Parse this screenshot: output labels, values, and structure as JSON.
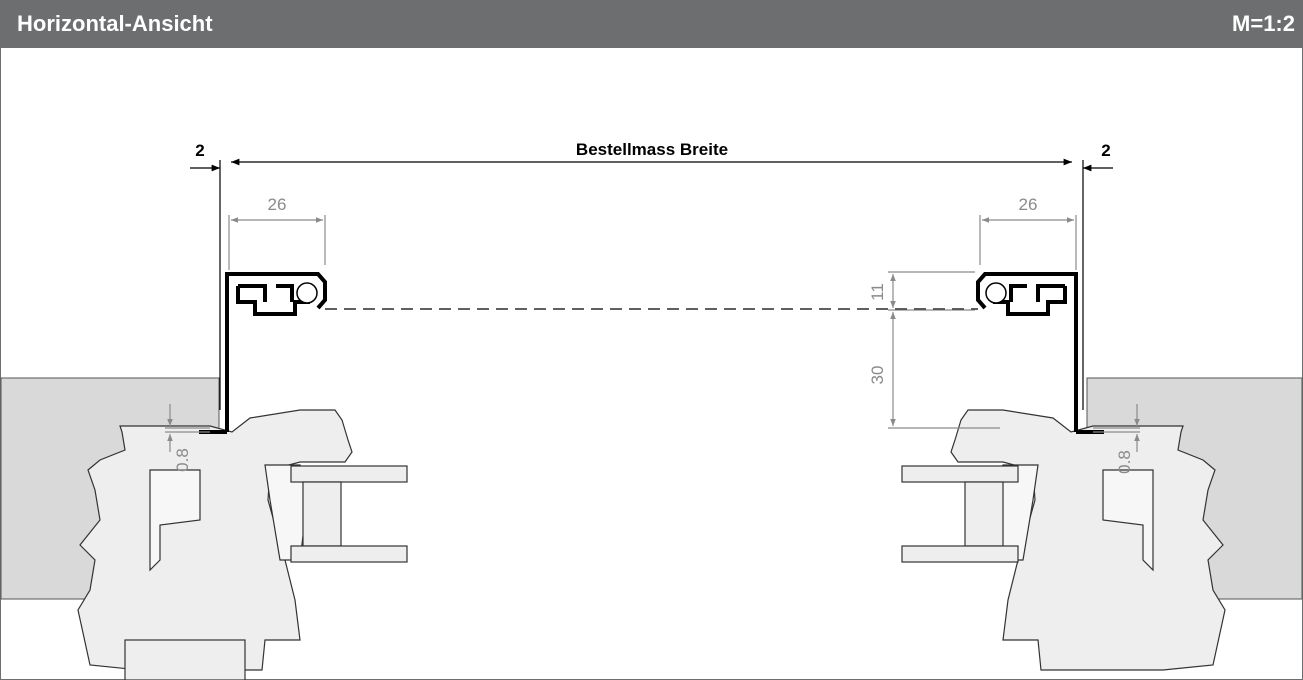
{
  "header": {
    "title": "Horizontal-Ansicht",
    "scale": "M=1:2",
    "bg_color": "#6d6e70"
  },
  "drawing": {
    "order_width_label": "Bestellmass Breite",
    "left": {
      "offset_label": "2",
      "depth_label": "26",
      "gap_label": "0.8"
    },
    "right": {
      "offset_label": "2",
      "depth_label": "26",
      "height_top_label": "11",
      "height_bottom_label": "30",
      "gap_label": "0.8"
    },
    "colors": {
      "wall": "#d9d9d9",
      "profile": "#eeeeee",
      "line": "#000000",
      "dimension": "#8a8a8a"
    }
  }
}
